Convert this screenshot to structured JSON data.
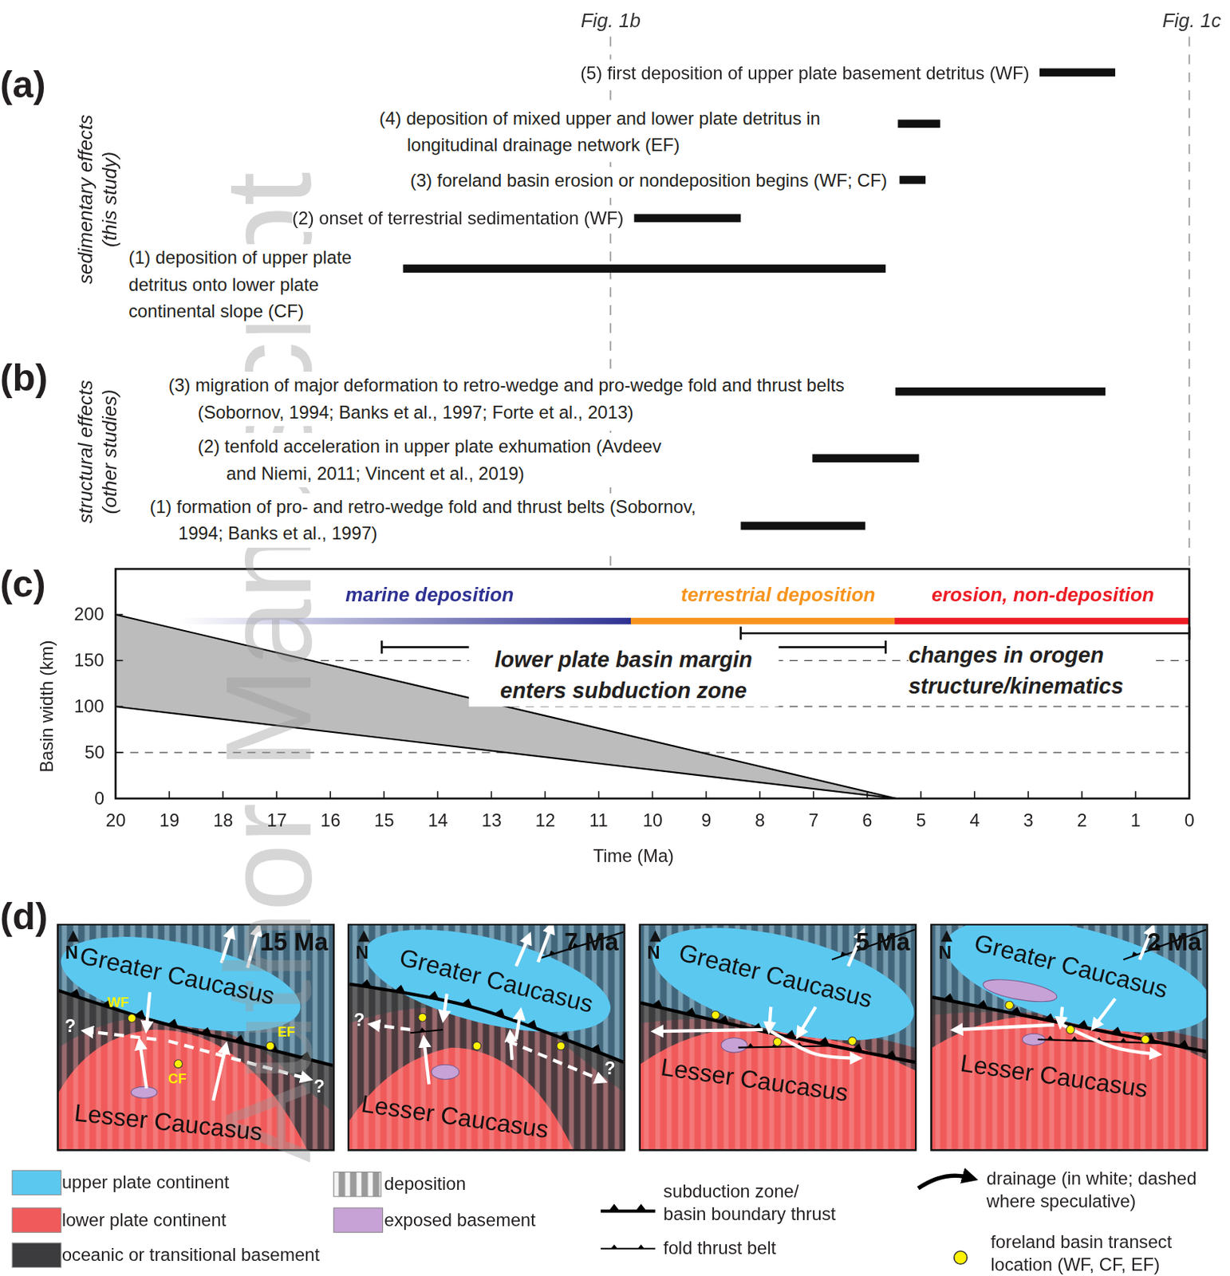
{
  "diagram": {
    "nodes": [
      {
        "text": [
          "15 Ma"
        ]
      },
      {
        "text": [
          "Greater Caucasus"
        ],
        "in": 0
      },
      {
        "text": [
          "Lesser Caucasus"
        ],
        "in": 0
      },
      {
        "text": [
          "7 Ma"
        ]
      },
      {
        "text": [
          "Greater Caucasus"
        ],
        "in": 3
      },
      {
        "text": [
          "Lesser Caucasus"
        ],
        "in": 3
      },
      {
        "text": [
          "5 Ma"
        ]
      },
      {
        "text": [
          "Greater Caucasus"
        ],
        "in": 6
      },
      {
        "text": [
          "Lesser Caucasus"
        ],
        "in": 6
      },
      {
        "text": [
          "2 Ma"
        ]
      },
      {
        "text": [
          "Greater Caucasus"
        ],
        "in": 9
      },
      {
        "text": [
          "Lesser Caucasus"
        ],
        "in": 9
      }
    ],
    "labels": [
      "Fig. 1b",
      "Fig. 1c",
      "(a)",
      "sedimentary effects (this study)",
      "(5) first deposition of upper plate basement detritus (WF)",
      "(4) deposition of mixed upper and lower plate detritus in longitudinal drainage network (EF)",
      "(3) foreland basin erosion or nondeposition begins (WF; CF)",
      "(2) onset of terrestrial sedimentation (WF)",
      "(1) deposition of upper plate detritus onto lower plate continental slope (CF)",
      "(b)",
      "structural effects (other studies)",
      "(3) migration of major deformation to retro-wedge and pro-wedge fold and thrust belts (Sobornov, 1994; Banks et al., 1997; Forte et al., 2013)",
      "(2) tenfold acceleration in upper plate exhumation (Avdeev and Niemi, 2011; Vincent et al., 2019)",
      "(1) formation of pro- and retro-wedge fold and thrust belts (Sobornov, 1994; Banks et al., 1997)",
      "(c)",
      "marine deposition",
      "terrestrial deposition",
      "erosion, non-deposition",
      "lower plate basin margin enters subduction zone",
      "changes in orogen structure/kinematics",
      "Basin width (km)",
      "200",
      "150",
      "100",
      "50",
      "0",
      "20",
      "19",
      "18",
      "17",
      "16",
      "15",
      "14",
      "13",
      "12",
      "11",
      "10",
      "9",
      "8",
      "7",
      "6",
      "5",
      "4",
      "3",
      "2",
      "1",
      "0",
      "Time (Ma)",
      "(d)",
      "N",
      "N",
      "N",
      "N",
      "WF",
      "CF",
      "EF",
      "?",
      "?",
      "?",
      "?",
      "Author Manuscript"
    ],
    "legend": [
      {
        "text": "upper plate continent",
        "color": "#5bc8f0"
      },
      {
        "text": "lower plate continent",
        "color": "#f15a5a"
      },
      {
        "text": "oceanic or transitional basement",
        "color": "#3c3c3e"
      },
      {
        "text": "deposition"
      },
      {
        "text": "exposed basement",
        "color": "#c7a2d6"
      },
      {
        "text": "subduction zone/ basin boundary thrust"
      },
      {
        "text": "fold thrust belt"
      },
      {
        "text": "drainage (in white; dashed where speculative)"
      },
      {
        "text": "foreland basin transect location (WF, CF, EF)",
        "color": "#fff200"
      }
    ]
  }
}
